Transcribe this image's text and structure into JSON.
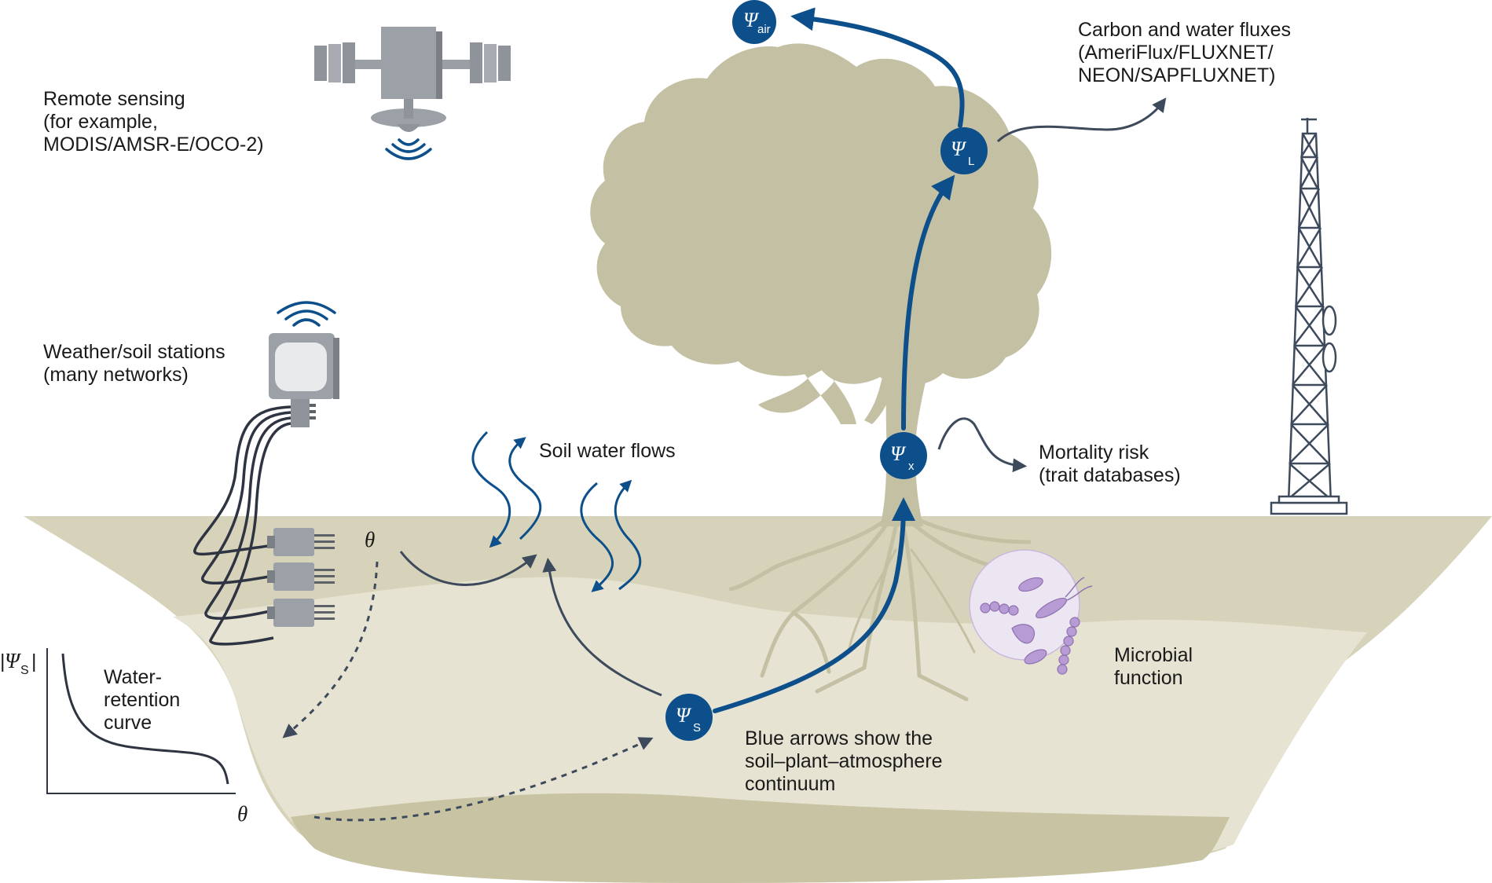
{
  "labels": {
    "remote_sensing": [
      "Remote sensing",
      "(for example,",
      "MODIS/AMSR-E/OCO-2)"
    ],
    "weather_stations": [
      "Weather/soil stations",
      "(many networks)"
    ],
    "soil_water_flows": "Soil water flows",
    "fluxes": [
      "Carbon and water fluxes",
      "(AmeriFlux/FLUXNET/",
      "NEON/SAPFLUXNET)"
    ],
    "mortality": [
      "Mortality risk",
      "(trait databases)"
    ],
    "microbial": [
      "Microbial",
      "function"
    ],
    "continuum": [
      "Blue arrows show the",
      "soil–plant–atmosphere",
      "continuum"
    ],
    "water_retention": [
      "Water-",
      "retention",
      "curve"
    ]
  },
  "nodes": {
    "air": {
      "symbol": "Ψ",
      "sub": "air"
    },
    "leaf": {
      "symbol": "Ψ",
      "sub": "L"
    },
    "xylem": {
      "symbol": "Ψ",
      "sub": "x"
    },
    "soil": {
      "symbol": "Ψ",
      "sub": "S"
    }
  },
  "graph": {
    "theta_label": "θ",
    "theta_axis": "θ",
    "y_axis": {
      "bar": "|",
      "symbol": "Ψ",
      "sub": "S",
      "bar_end": "|"
    }
  },
  "colors": {
    "node_blue": "#0d4f8b",
    "arrow_blue": "#0d4f8b",
    "arrow_dark": "#3d4a5c",
    "tree": "#c4c0a3",
    "soil_top": "#d6d3ba",
    "soil_mid": "#e6e3d2",
    "soil_deep": "#c8c3a2",
    "microbe_purple": "#b79bd4"
  }
}
